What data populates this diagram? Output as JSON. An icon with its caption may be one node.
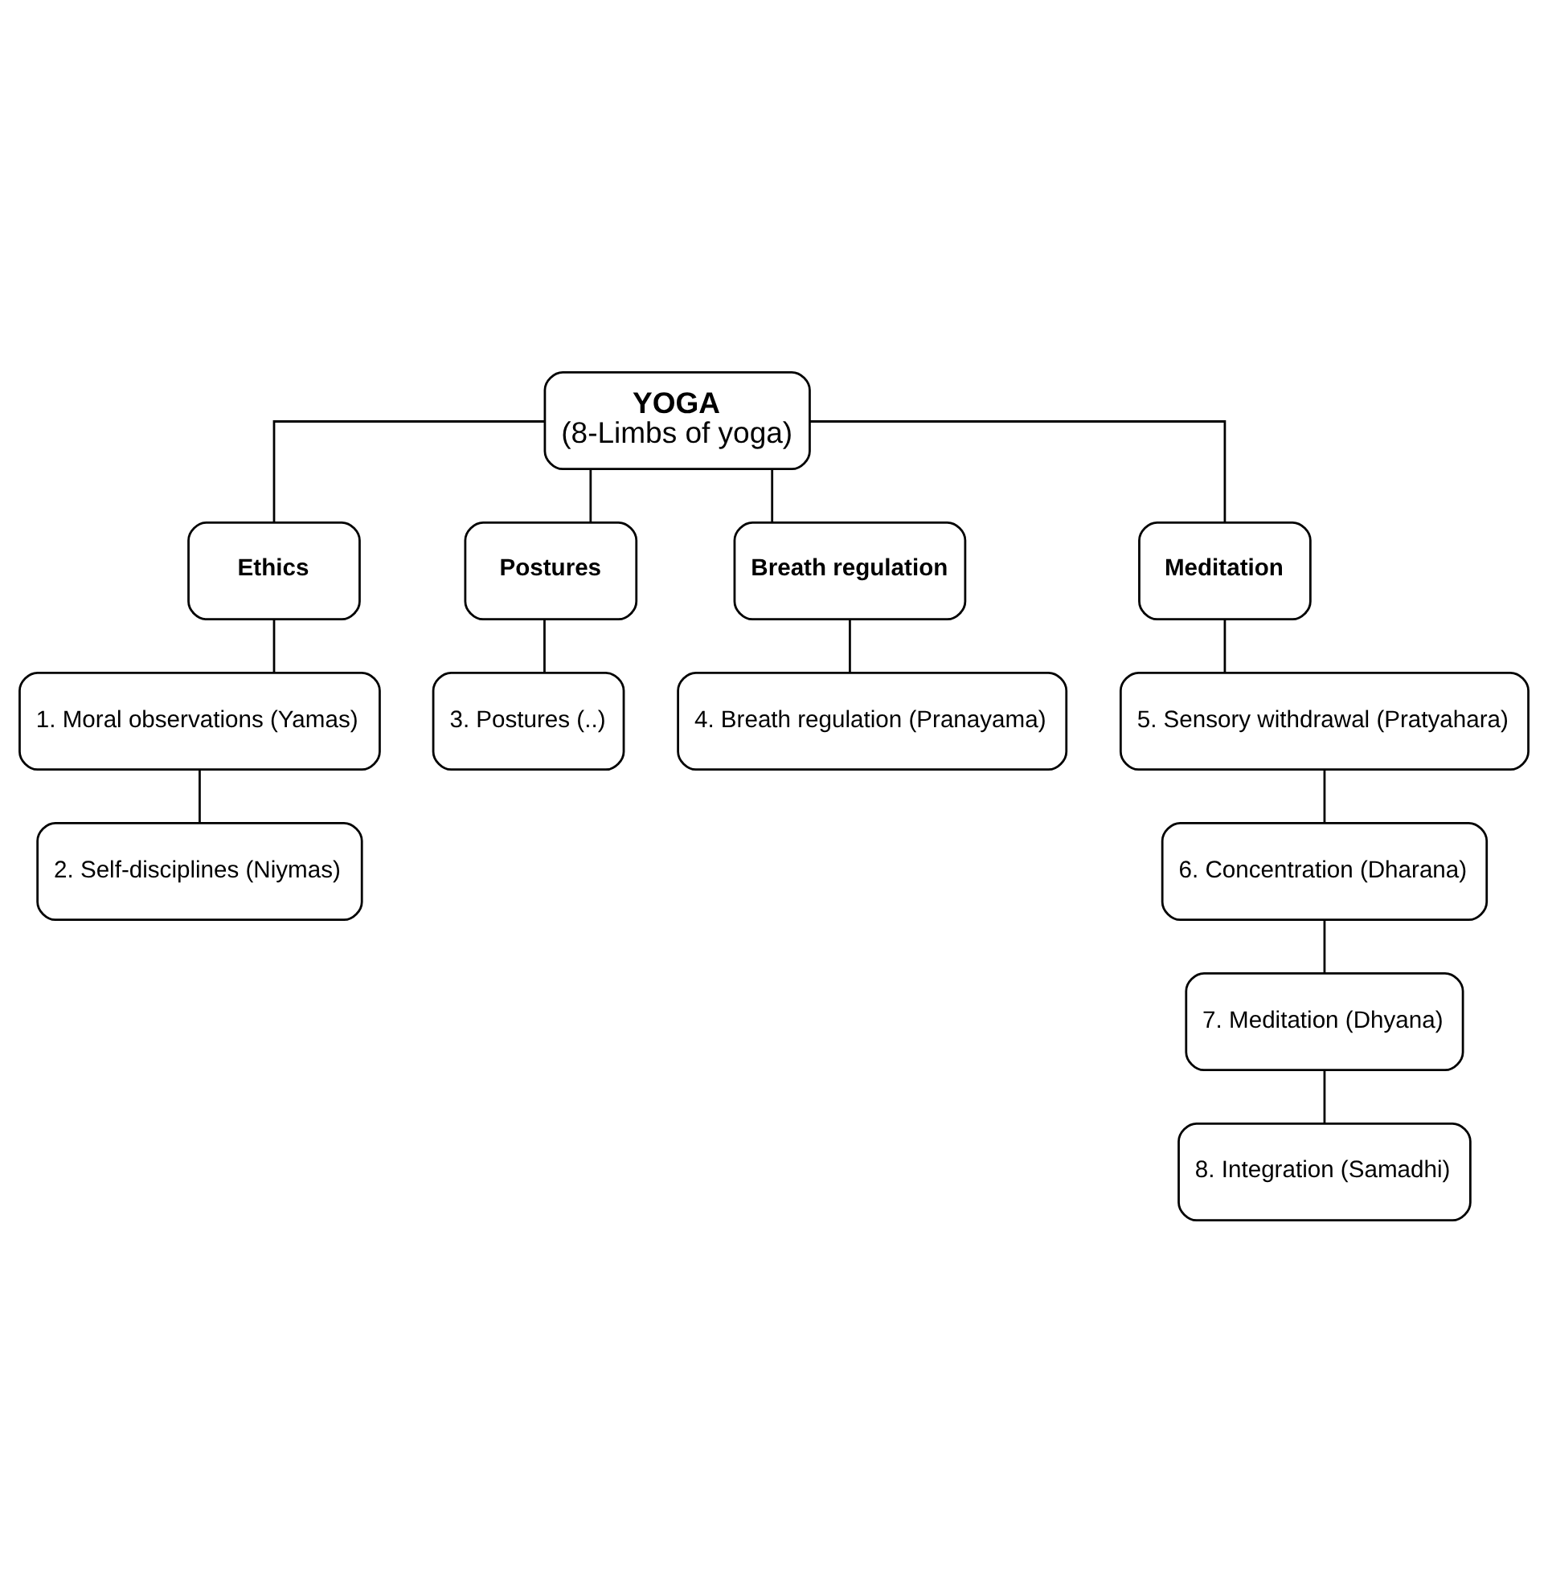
{
  "diagram": {
    "nodes": [
      {
        "text": [
          "YOGA",
          "(8-Limbs of yoga)"
        ]
      },
      {
        "text": [
          "Ethics"
        ]
      },
      {
        "text": [
          "Postures"
        ]
      },
      {
        "text": [
          "Breath regulation"
        ]
      },
      {
        "text": [
          "Meditation"
        ]
      },
      {
        "text": [
          "1. Moral observations (Yamas)"
        ]
      },
      {
        "text": [
          "2. Self-disciplines (Niymas)"
        ]
      },
      {
        "text": [
          "3. Postures (..)"
        ]
      },
      {
        "text": [
          "4. Breath regulation (Pranayama)"
        ]
      },
      {
        "text": [
          "5. Sensory withdrawal (Pratyahara)"
        ]
      },
      {
        "text": [
          "6. Concentration (Dharana)"
        ]
      },
      {
        "text": [
          "7. Meditation (Dhyana)"
        ]
      },
      {
        "text": [
          "8. Integration (Samadhi)"
        ]
      }
    ],
    "edges": [
      {
        "from": 0,
        "to": 1,
        "arrow": "none"
      },
      {
        "from": 0,
        "to": 2,
        "arrow": "none"
      },
      {
        "from": 0,
        "to": 3,
        "arrow": "none"
      },
      {
        "from": 0,
        "to": 4,
        "arrow": "none"
      },
      {
        "from": 1,
        "to": 5,
        "arrow": "none"
      },
      {
        "from": 5,
        "to": 6,
        "arrow": "none"
      },
      {
        "from": 2,
        "to": 7,
        "arrow": "none"
      },
      {
        "from": 3,
        "to": 8,
        "arrow": "none"
      },
      {
        "from": 4,
        "to": 9,
        "arrow": "none"
      },
      {
        "from": 9,
        "to": 10,
        "arrow": "none"
      },
      {
        "from": 10,
        "to": 11,
        "arrow": "none"
      },
      {
        "from": 11,
        "to": 12,
        "arrow": "none"
      }
    ]
  }
}
